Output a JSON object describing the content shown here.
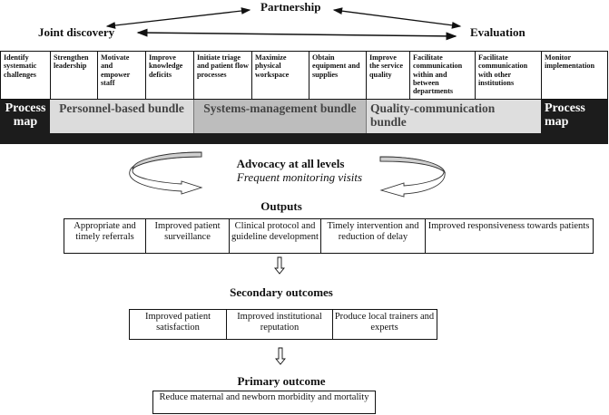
{
  "cycle": {
    "partnership": "Partnership",
    "joint_discovery": "Joint discovery",
    "evaluation": "Evaluation"
  },
  "activities": [
    "Identify systematic challenges",
    "Strengthen leadership",
    "Motivate and empower staff",
    "Improve knowledge deficits",
    "Initiate triage and patient flow processes",
    "Maximize physical workspace",
    "Obtain equipment and supplies",
    "Improve the service quality",
    "Facilitate communication within and between departments",
    "Facilitate communication with other institutions",
    "Monitor implementation"
  ],
  "bundles": {
    "process_map_left": "Process map",
    "personnel": "Personnel-based bundle",
    "systems": "Systems-management bundle",
    "quality": "Quality-communication bundle",
    "process_map_right": "Process map"
  },
  "advocacy": {
    "title": "Advocacy at all levels",
    "subtitle": "Frequent monitoring visits"
  },
  "outputs": {
    "title": "Outputs",
    "items": [
      "Appropriate and timely referrals",
      "Improved patient surveillance",
      "Clinical protocol and guideline development",
      "Timely intervention and reduction of delay",
      "Improved responsiveness towards patients"
    ]
  },
  "secondary": {
    "title": "Secondary outcomes",
    "items": [
      "Improved patient satisfaction",
      "Improved institutional reputation",
      "Produce local trainers and experts"
    ]
  },
  "primary": {
    "title": "Primary outcome",
    "item": "Reduce maternal and newborn morbidity and mortality"
  }
}
